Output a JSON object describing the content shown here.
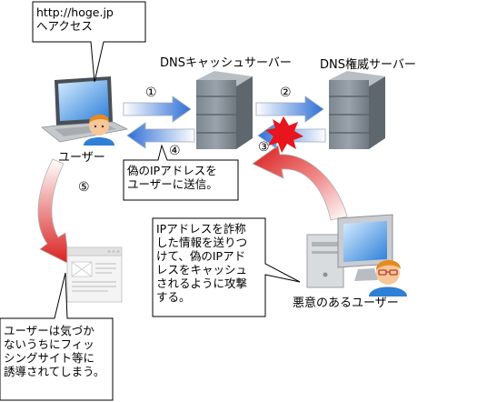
{
  "callouts": {
    "access": "http://hoge.jp\nへアクセス",
    "spoofed_ip": "偽のIPアドレスを\nユーザーに送信。",
    "attacker_action": "IPアドレスを詐称\nした情報を送りつ\nけて、偽のIPアド\nレスをキャッシュ\nされるように攻撃\nする。",
    "phishing": "ユーザーは気づか\nないうちにフィッ\nシングサイト等に\n誘導されてしまう。"
  },
  "labels": {
    "dns_cache_server": "DNSキャッシュサーバー",
    "dns_authoritative_server": "DNS権威サーバー",
    "user": "ユーザー",
    "attacker": "悪意のあるユーザー"
  },
  "steps": {
    "s1": "①",
    "s2": "②",
    "s3": "③",
    "s4": "④",
    "s5": "⑤"
  }
}
